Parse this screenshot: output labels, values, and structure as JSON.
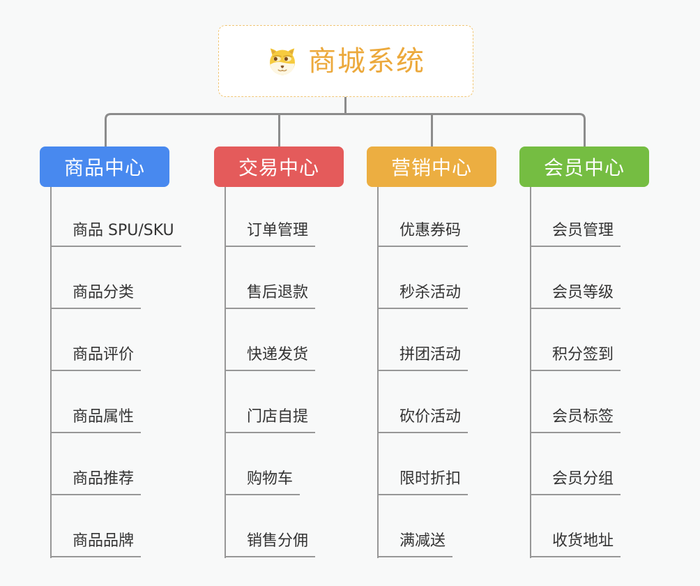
{
  "root": {
    "title": "商城系统",
    "icon": "dog-face-icon"
  },
  "branches": [
    {
      "label": "商品中心",
      "color": "#4889ef",
      "items": [
        "商品 SPU/SKU",
        "商品分类",
        "商品评价",
        "商品属性",
        "商品推荐",
        "商品品牌"
      ]
    },
    {
      "label": "交易中心",
      "color": "#e45b5b",
      "items": [
        "订单管理",
        "售后退款",
        "快递发货",
        "门店自提",
        "购物车",
        "销售分佣"
      ]
    },
    {
      "label": "营销中心",
      "color": "#ecae41",
      "items": [
        "优惠券码",
        "秒杀活动",
        "拼团活动",
        "砍价活动",
        "限时折扣",
        "满减送"
      ]
    },
    {
      "label": "会员中心",
      "color": "#75bd42",
      "items": [
        "会员管理",
        "会员等级",
        "积分签到",
        "会员标签",
        "会员分组",
        "收货地址"
      ]
    }
  ],
  "colors": {
    "background": "#f8f9f9",
    "root_border": "#f1c675",
    "root_title": "#eca93c",
    "connector_line": "#8c8c8c",
    "leaf_underline": "#979797",
    "leaf_text": "#333333"
  }
}
